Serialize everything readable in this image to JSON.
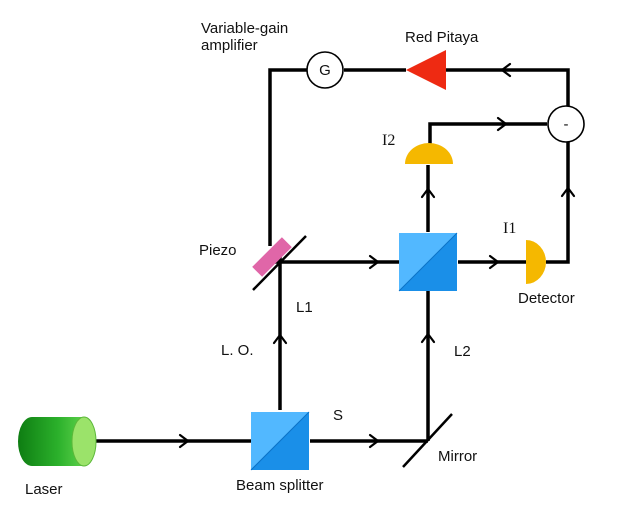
{
  "labels": {
    "variable_gain_line1": "Variable-gain",
    "variable_gain_line2": "amplifier",
    "red_pitaya": "Red Pitaya",
    "gain_symbol": "G",
    "subtract_symbol": "-",
    "i2": "I2",
    "i1": "I1",
    "piezo": "Piezo",
    "detector": "Detector",
    "l1": "L1",
    "l2": "L2",
    "lo": "L. O.",
    "s": "S",
    "laser": "Laser",
    "beam_splitter": "Beam splitter",
    "mirror": "Mirror"
  },
  "colors": {
    "laser_dark": "#1a9a1a",
    "laser_light": "#9be36a",
    "splitter_light": "#52b8ff",
    "splitter_dark": "#1a8fe8",
    "detector": "#f5b800",
    "piezo": "#e066a8",
    "red_pitaya": "#ee2a12"
  }
}
